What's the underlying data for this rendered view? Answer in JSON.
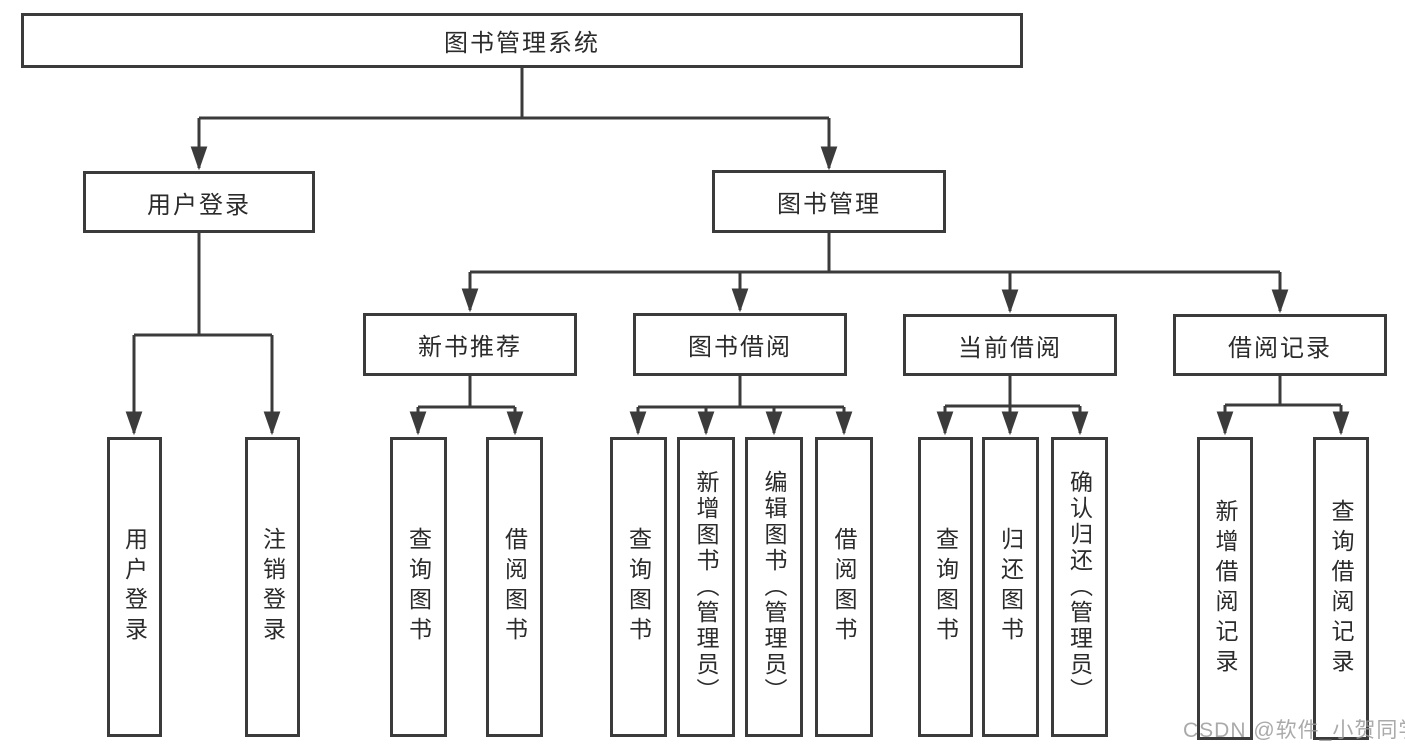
{
  "colors": {
    "line": "#3b3b3b",
    "box_border": "#3b3b3b",
    "box_background": "#ffffff",
    "text": "#2b2b2b",
    "watermark": "#9b9b9b"
  },
  "tree": {
    "root": {
      "label": "图书管理系统"
    },
    "level2": [
      {
        "label": "用户登录"
      },
      {
        "label": "图书管理"
      }
    ],
    "level3": [
      {
        "label": "新书推荐"
      },
      {
        "label": "图书借阅"
      },
      {
        "label": "当前借阅"
      },
      {
        "label": "借阅记录"
      }
    ],
    "leaves": {
      "user": [
        {
          "label": "用户登录"
        },
        {
          "label": "注销登录"
        }
      ],
      "recommend": [
        {
          "label": "查询图书"
        },
        {
          "label": "借阅图书"
        }
      ],
      "borrow": [
        {
          "label": "查询图书"
        },
        {
          "label": "新增图书（管理员）"
        },
        {
          "label": "编辑图书（管理员）"
        },
        {
          "label": "借阅图书"
        }
      ],
      "current": [
        {
          "label": "查询图书"
        },
        {
          "label": "归还图书"
        },
        {
          "label": "确认归还（管理员）"
        }
      ],
      "records": [
        {
          "label": "新增借阅记录"
        },
        {
          "label": "查询借阅记录"
        }
      ]
    }
  },
  "watermark": {
    "text": "CSDN @软件_小贺同学"
  }
}
